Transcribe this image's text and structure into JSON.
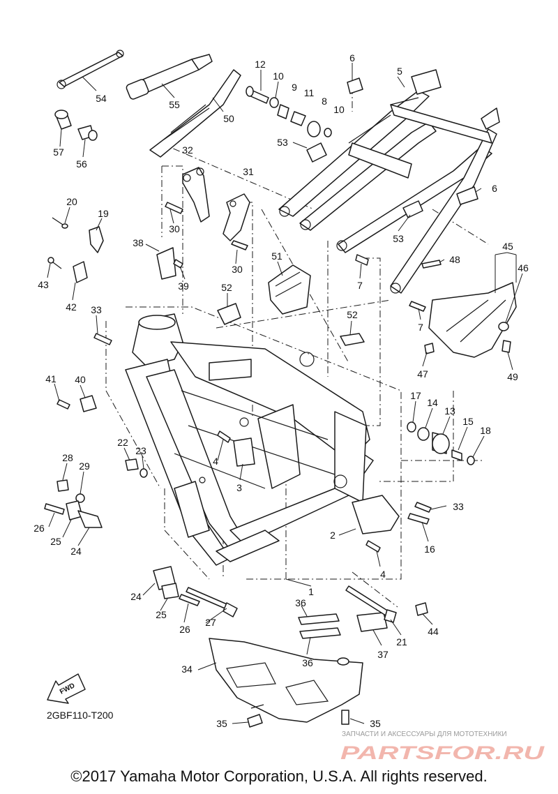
{
  "diagram": {
    "drawing_code": "2GBF110-T200",
    "fwd_label": "FWD",
    "callouts": [
      "54",
      "55",
      "50",
      "12",
      "10",
      "9",
      "11",
      "8",
      "10",
      "6",
      "5",
      "53",
      "6",
      "57",
      "56",
      "32",
      "31",
      "30",
      "20",
      "19",
      "38",
      "39",
      "51",
      "52",
      "30",
      "43",
      "42",
      "33",
      "52",
      "53",
      "7",
      "45",
      "48",
      "46",
      "7",
      "47",
      "49",
      "41",
      "40",
      "17",
      "14",
      "13",
      "15",
      "18",
      "22",
      "23",
      "28",
      "29",
      "4",
      "3",
      "26",
      "25",
      "24",
      "33",
      "2",
      "16",
      "4",
      "1",
      "24",
      "25",
      "26",
      "27",
      "36",
      "36",
      "37",
      "21",
      "44",
      "34",
      "35",
      "35"
    ]
  },
  "watermark": {
    "subtitle": "ЗАПЧАСТИ И АКСЕССУАРЫ ДЛЯ МОТОТЕХНИКИ",
    "logo": "PARTSFOR.RU"
  },
  "footer": {
    "copyright": "©2017 Yamaha Motor Corporation, U.S.A. All rights reserved."
  }
}
